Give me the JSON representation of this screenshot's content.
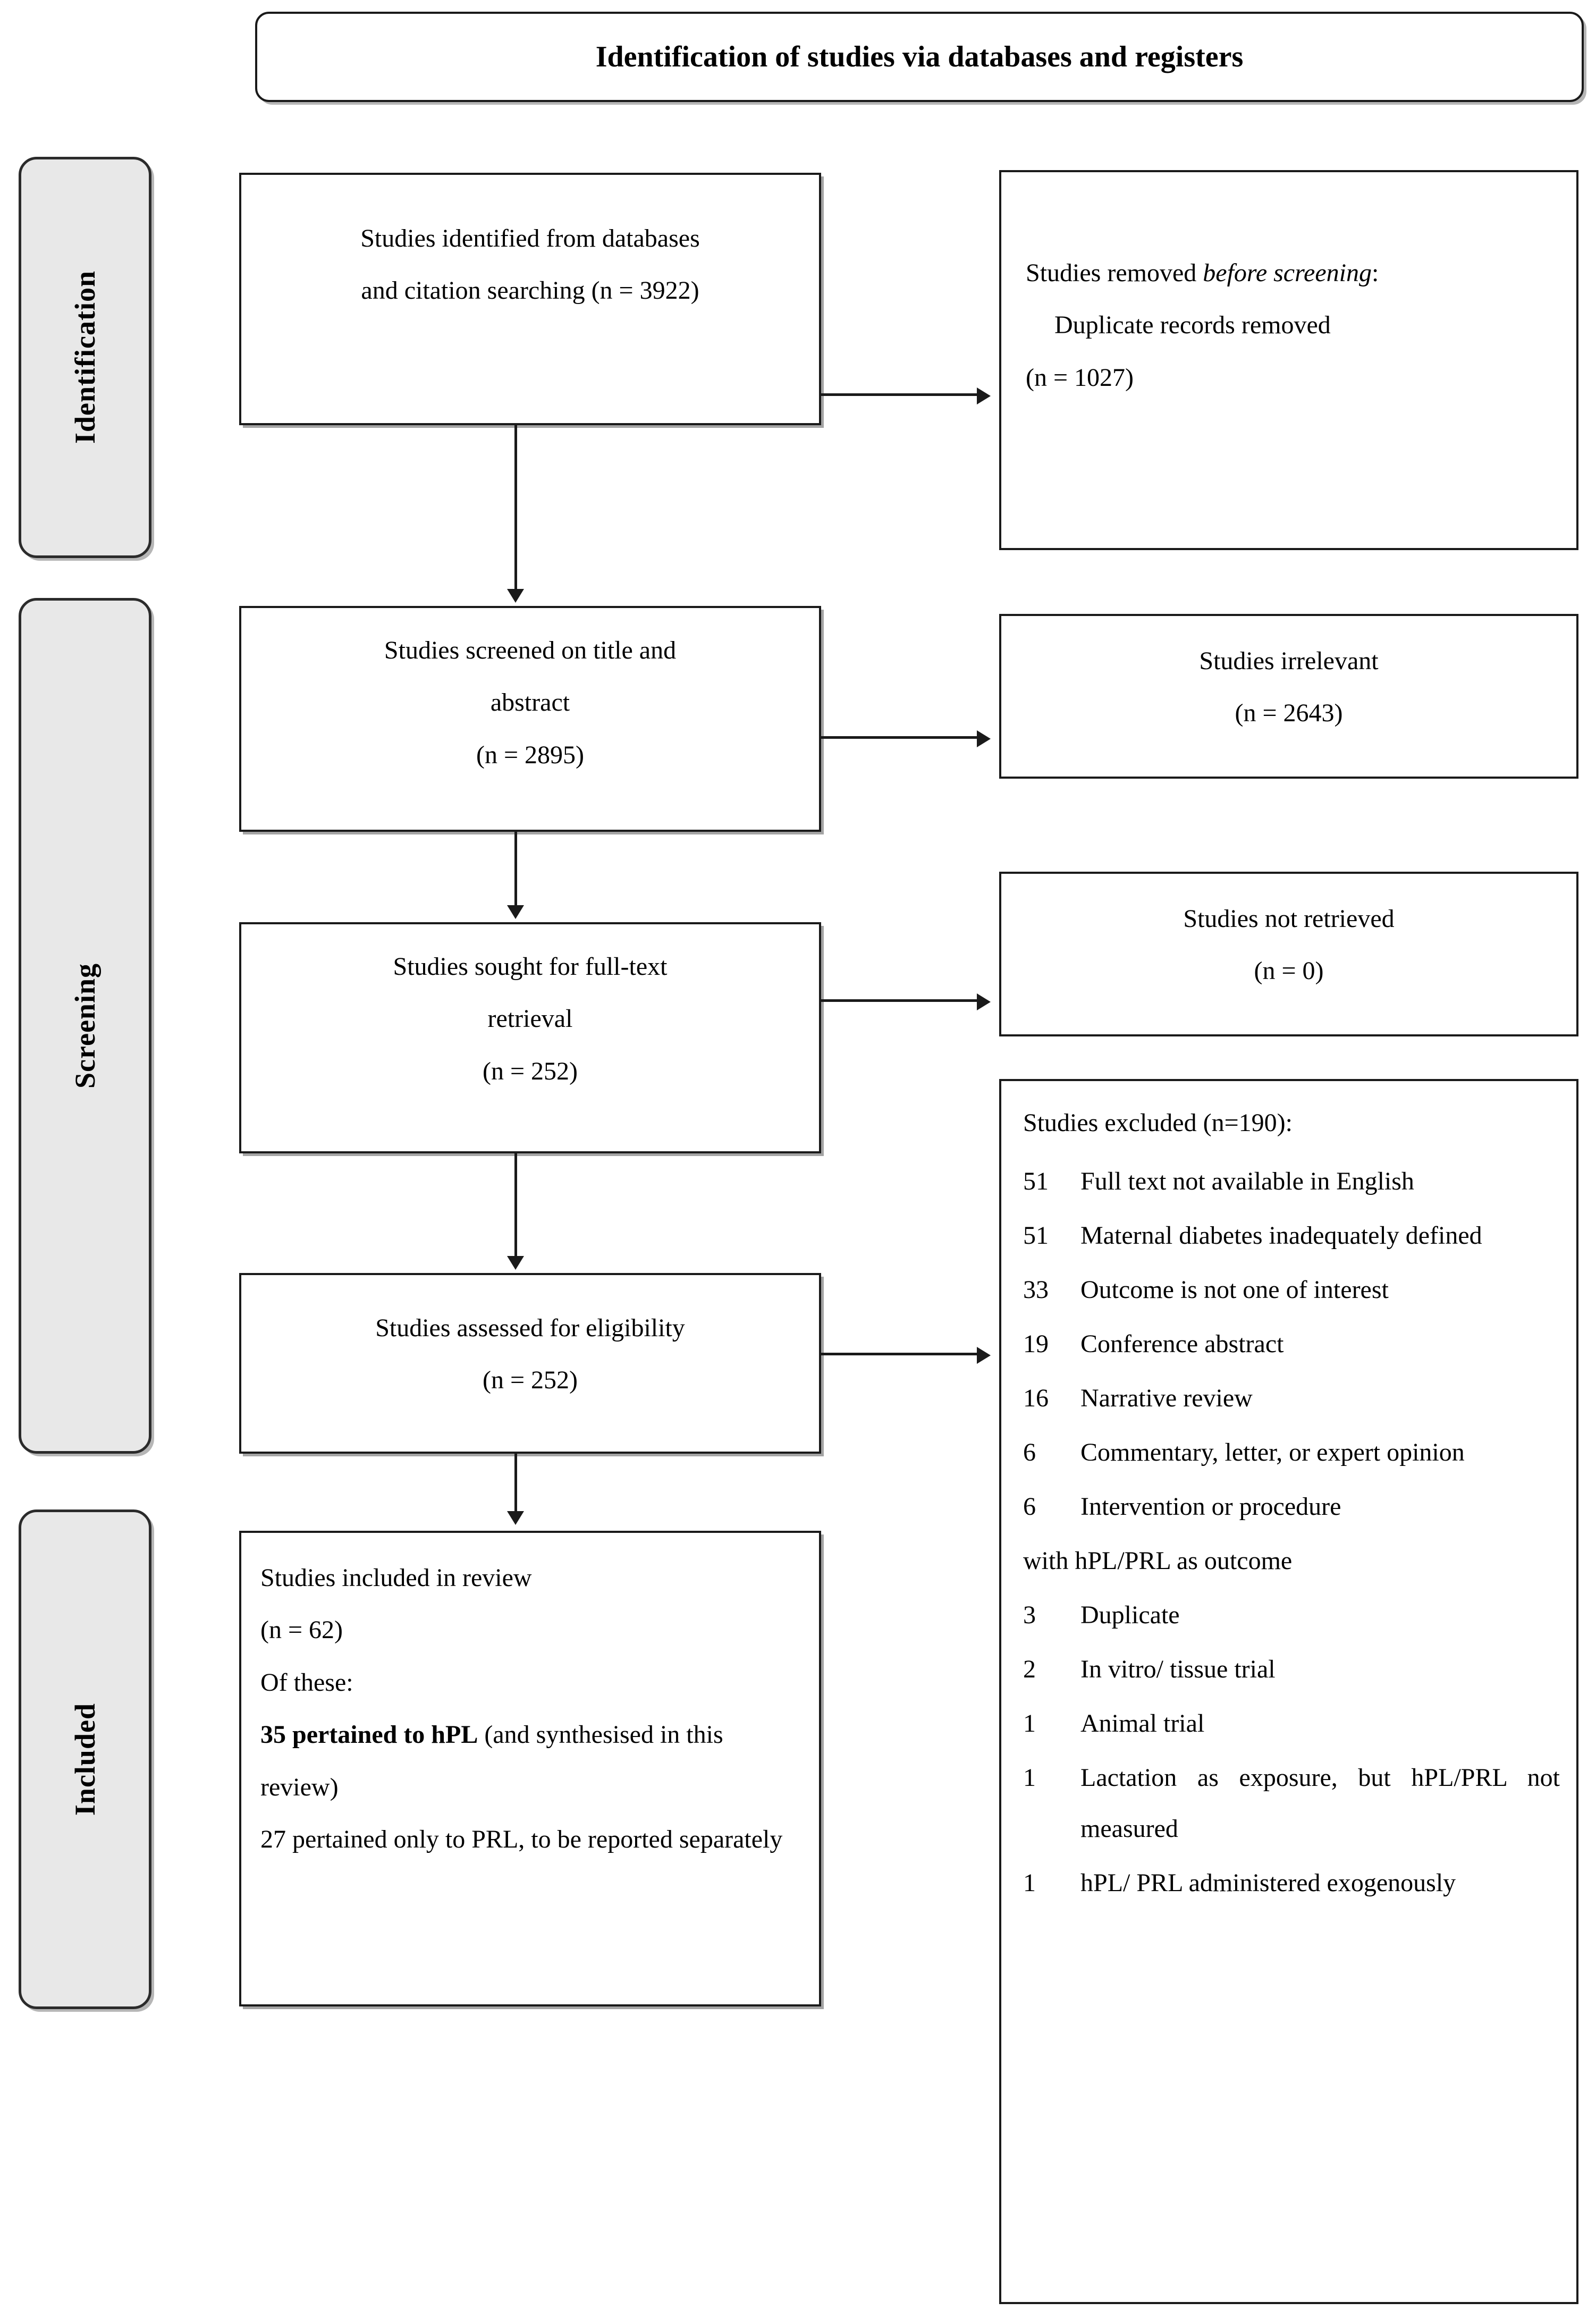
{
  "header": {
    "title": "Identification of studies via databases and registers"
  },
  "stages": [
    {
      "label": "Identification"
    },
    {
      "label": "Screening"
    },
    {
      "label": "Included"
    }
  ],
  "flow": {
    "identified": {
      "line1": "Studies identified from databases",
      "line2": "and citation searching (n = 3922)"
    },
    "removed": {
      "line1_prefix": "Studies removed ",
      "line1_italic": "before screening",
      "line1_suffix": ":",
      "line2": "Duplicate records removed",
      "line3": "(n = 1027)"
    },
    "screened": {
      "line1": "Studies screened on title and",
      "line2": "abstract",
      "line3": "(n = 2895)"
    },
    "irrelevant": {
      "line1": "Studies irrelevant",
      "line2": "(n = 2643)"
    },
    "sought": {
      "line1": "Studies sought for full-text",
      "line2": "retrieval",
      "line3": "(n = 252)"
    },
    "not_retrieved": {
      "line1": "Studies not retrieved",
      "line2": "(n = 0)"
    },
    "assessed": {
      "line1": "Studies assessed for eligibility",
      "line2": "(n = 252)"
    },
    "excluded": {
      "heading": "Studies excluded (n=190):",
      "items": [
        {
          "n": "51",
          "reason": "Full text not available in English",
          "justify": true
        },
        {
          "n": "51",
          "reason": "Maternal diabetes inadequately defined",
          "justify": true
        },
        {
          "n": "33",
          "reason": "Outcome is not one of interest",
          "justify": false
        },
        {
          "n": "19",
          "reason": "Conference abstract",
          "justify": false
        },
        {
          "n": "16",
          "reason": "Narrative review",
          "justify": false
        },
        {
          "n": "6",
          "reason": "Commentary, letter, or expert opinion",
          "justify": true
        },
        {
          "n": "6",
          "reason": "Intervention or procedure",
          "justify": true,
          "continuation": "with hPL/PRL as outcome"
        },
        {
          "n": "3",
          "reason": "Duplicate",
          "justify": false
        },
        {
          "n": "2",
          "reason": "In vitro/ tissue trial",
          "justify": false
        },
        {
          "n": "1",
          "reason": "Animal trial",
          "justify": false
        },
        {
          "n": "1",
          "reason": "Lactation as exposure, but hPL/PRL not measured",
          "justify": true
        },
        {
          "n": "1",
          "reason": "hPL/ PRL administered exogenously",
          "justify": true
        }
      ]
    },
    "included": {
      "line1": "Studies included in review",
      "line2": "(n = 62)",
      "line3": "Of these:",
      "line4_bold": "35 pertained to hPL",
      "line4_rest": " (and synthesised in this review)",
      "line5": "27 pertained only to PRL, to be reported separately"
    }
  }
}
